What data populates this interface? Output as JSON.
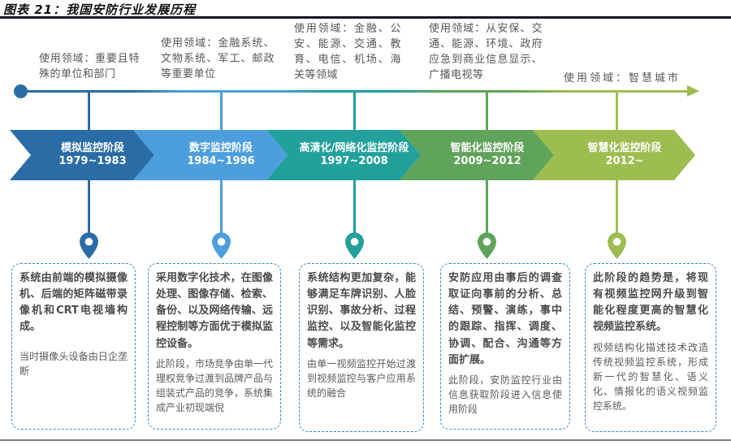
{
  "title": "图表 21：我国安防行业发展历程",
  "colors": {
    "stage1": "#2a6ca5",
    "stage2": "#4d9edd",
    "stage3": "#21a09c",
    "stage4": "#60a35a",
    "stage5": "#9dbd50",
    "box_border": "#2e86cf",
    "annotation_text": "#565656",
    "title_rule": "#15152b"
  },
  "stages": [
    {
      "usage": "使用领域：重要且特殊的单位和部门",
      "name": "模拟监控阶段",
      "years": "1979~1983",
      "desc_main": "系统由前端的模拟摄像机、后端的矩阵磁带录像机和CRT电视墙构成。",
      "desc_sub": "当时摄像头设备由日企垄断"
    },
    {
      "usage": "使用领域：金融系统、文物系统、军工、邮政等重要单位",
      "name": "数字监控阶段",
      "years": "1984~1996",
      "desc_main": "采用数字化技术，在图像处理、图像存储、检索、备份、以及网络传输、远程控制等方面优于模拟监控设备。",
      "desc_sub": "此阶段，市场竞争由单一代理权竞争过渡到品牌产品与组装式产品的竞争，系统集成产业初现端倪"
    },
    {
      "usage": "使用领域：金融、公安、能源、交通、教育、电信、机场、海关等领域",
      "name": "高清化/网络化监控阶段",
      "years": "1997~2008",
      "desc_main": "系统结构更加复杂，能够满足车牌识别、人脸识别、事故分析、过程监控、以及智能化监控等需求。",
      "desc_sub": "由单一视频监控开始过渡到视频监控与客户应用系统的融合"
    },
    {
      "usage": "使用领域：从安保、交通、能源、环境、政府应急到商业信息显示、广播电视等",
      "name": "智能化监控阶段",
      "years": "2009~2012",
      "desc_main": "安防应用由事后的调查取证向事前的分析、总结、预警、演练，事中的跟踪、指挥、调度、协调、配合、沟通等方面扩展。",
      "desc_sub": "此阶段，安防监控行业由信息获取阶段进入信息使用阶段"
    },
    {
      "usage": "使用领域：智慧城市",
      "name": "智慧化监控阶段",
      "years": "2012~",
      "desc_main": "此阶段的趋势是，将现有视频监控网升级到智能化程度更高的智慧化视频监控系统。",
      "desc_sub": "视频结构化描述技术改造传统视频监控系统，形成新一代的智慧化、语义化、情报化的语义视频监控系统。"
    }
  ]
}
